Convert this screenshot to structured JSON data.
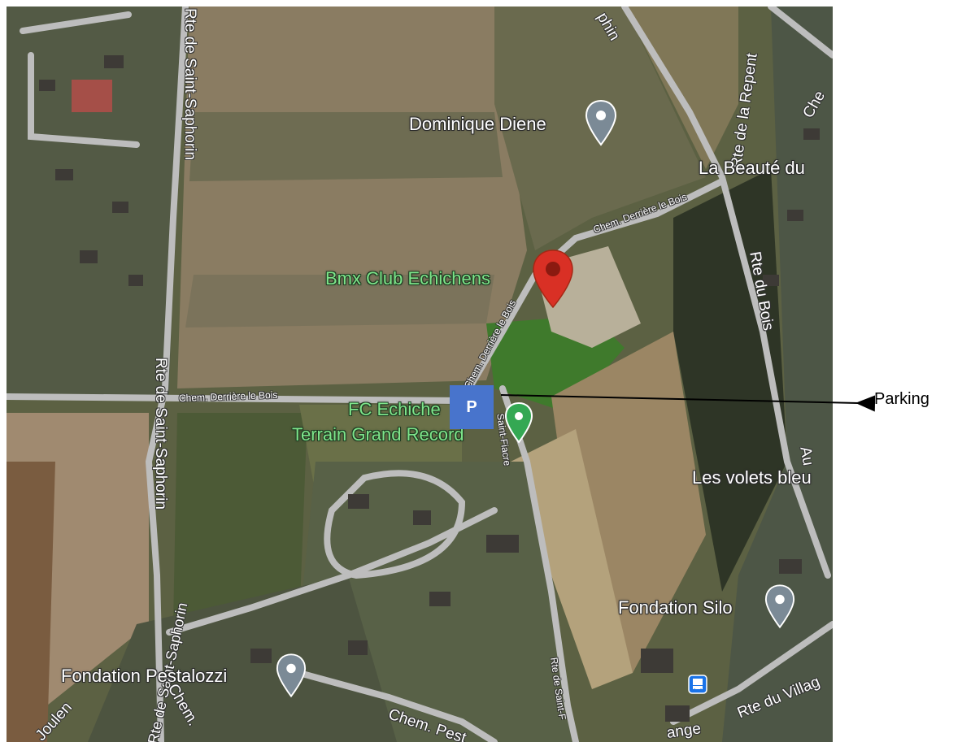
{
  "map": {
    "places": {
      "dominique_diene": "Dominique Diene",
      "la_beaute": "La Beauté du",
      "bmx_club": "Bmx Club Echichens",
      "fc_line1": "FC Echiche",
      "fc_line2": "Terrain Grand Record",
      "les_volets": "Les volets bleu",
      "fondation_silo": "Fondation Silo",
      "fondation_pestalozzi": "Fondation Pestalozzi"
    },
    "roads": {
      "rte_saint_saphorin_top": "Rte de Saint-Saphorin",
      "rte_saint_saphorin_mid": "Rte de Saint-Saphorin",
      "rte_saint_saphorin_bottom": "Rte de Saint-Saphorin",
      "chem_derriere_west": "Chem. Derrière le Bois",
      "chem_derriere_north": "Chem. Derrière le Bois",
      "chem_derriere_diag": "Chem. Derrière le Bois",
      "rte_repentance": "Rte de la Repent",
      "rte_du_bois": "Rte du Bois",
      "saint_fiacre_upper": "Saint-Fiacre",
      "rte_saint_fiacre": "Rte de Saint-F",
      "rte_du_village": "Rte du Villag",
      "chem_pestalozzi": "Chem. Pest",
      "chem_joulens": "Joulen",
      "chem_small": "Chem.",
      "saphorin_top_right": "phin",
      "chem_top_right": "Che",
      "aut": "Au",
      "ange": "ange"
    },
    "parking_marker": "P",
    "pin_icons": [
      "gray-place-pin-icon",
      "red-selected-pin-icon",
      "green-sports-pin-icon",
      "bus-stop-icon"
    ]
  },
  "annotation": {
    "callout_text": "Parking"
  },
  "colors": {
    "accent_red": "#d93025",
    "pin_gray": "#7b8a96",
    "pin_green": "#34a853",
    "parking_blue": "#4874cc",
    "bus_blue": "#1a73e8"
  }
}
